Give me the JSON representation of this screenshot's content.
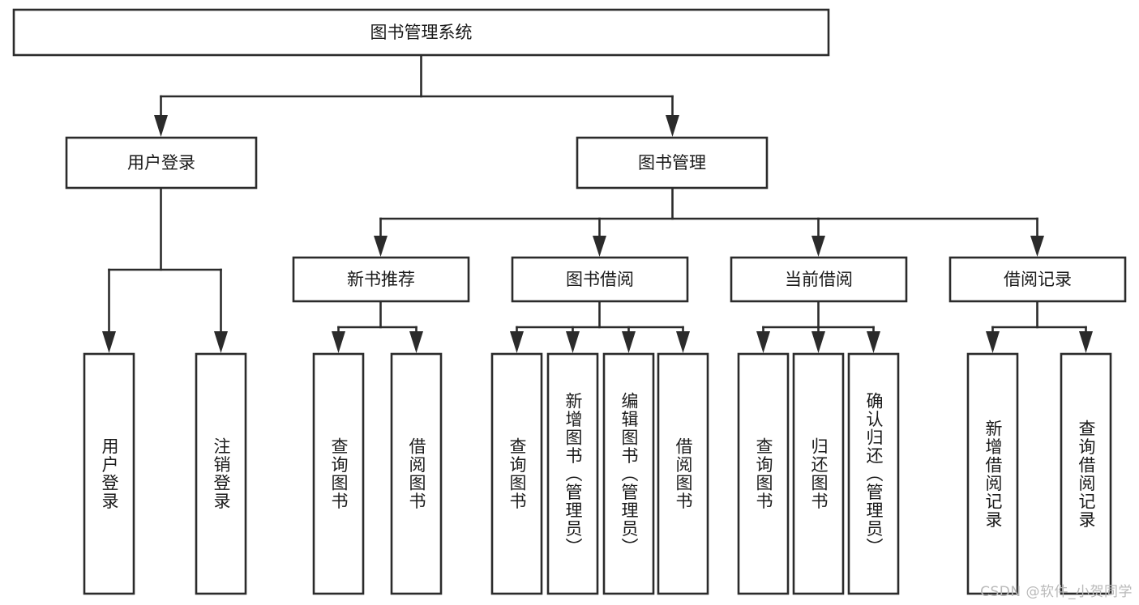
{
  "diagram": {
    "title": "图书管理系统",
    "type": "tree",
    "orientation": "top-down",
    "colors": {
      "box_stroke": "#2b2b2b",
      "box_fill": "#ffffff",
      "connector": "#2b2b2b",
      "text": "#1a1a1a",
      "watermark": "#b9b9b9",
      "background": "#ffffff"
    },
    "levels": [
      {
        "level": 1,
        "nodes": [
          {
            "id": "root",
            "label": "图书管理系统",
            "orientation": "horizontal"
          }
        ]
      },
      {
        "level": 2,
        "nodes": [
          {
            "id": "login",
            "label": "用户登录",
            "parent": "root",
            "orientation": "horizontal"
          },
          {
            "id": "bookmgmt",
            "label": "图书管理",
            "parent": "root",
            "orientation": "horizontal"
          }
        ]
      },
      {
        "level": 3,
        "nodes": [
          {
            "id": "newbook",
            "label": "新书推荐",
            "parent": "bookmgmt",
            "orientation": "horizontal"
          },
          {
            "id": "borrow",
            "label": "图书借阅",
            "parent": "bookmgmt",
            "orientation": "horizontal"
          },
          {
            "id": "current",
            "label": "当前借阅",
            "parent": "bookmgmt",
            "orientation": "horizontal"
          },
          {
            "id": "records",
            "label": "借阅记录",
            "parent": "bookmgmt",
            "orientation": "horizontal"
          }
        ]
      },
      {
        "level": 4,
        "nodes": [
          {
            "id": "leaf-user-login",
            "label": "用户登录",
            "parent": "login",
            "orientation": "vertical"
          },
          {
            "id": "leaf-logout",
            "label": "注销登录",
            "parent": "login",
            "orientation": "vertical"
          },
          {
            "id": "leaf-query-book-1",
            "label": "查询图书",
            "parent": "newbook",
            "orientation": "vertical"
          },
          {
            "id": "leaf-borrow-book-1",
            "label": "借阅图书",
            "parent": "newbook",
            "orientation": "vertical"
          },
          {
            "id": "leaf-query-book-2",
            "label": "查询图书",
            "parent": "borrow",
            "orientation": "vertical"
          },
          {
            "id": "leaf-add-book",
            "label": "新增图书（管理员）",
            "parent": "borrow",
            "orientation": "vertical"
          },
          {
            "id": "leaf-edit-book",
            "label": "编辑图书（管理员）",
            "parent": "borrow",
            "orientation": "vertical"
          },
          {
            "id": "leaf-borrow-book-2",
            "label": "借阅图书",
            "parent": "borrow",
            "orientation": "vertical"
          },
          {
            "id": "leaf-query-book-3",
            "label": "查询图书",
            "parent": "current",
            "orientation": "vertical"
          },
          {
            "id": "leaf-return-book",
            "label": "归还图书",
            "parent": "current",
            "orientation": "vertical"
          },
          {
            "id": "leaf-confirm-return",
            "label": "确认归还（管理员）",
            "parent": "current",
            "orientation": "vertical"
          },
          {
            "id": "leaf-add-record",
            "label": "新增借阅记录",
            "parent": "records",
            "orientation": "vertical"
          },
          {
            "id": "leaf-query-record",
            "label": "查询借阅记录",
            "parent": "records",
            "orientation": "vertical"
          }
        ]
      }
    ]
  },
  "watermark": {
    "text": "CSDN @软件_小贺同学"
  }
}
